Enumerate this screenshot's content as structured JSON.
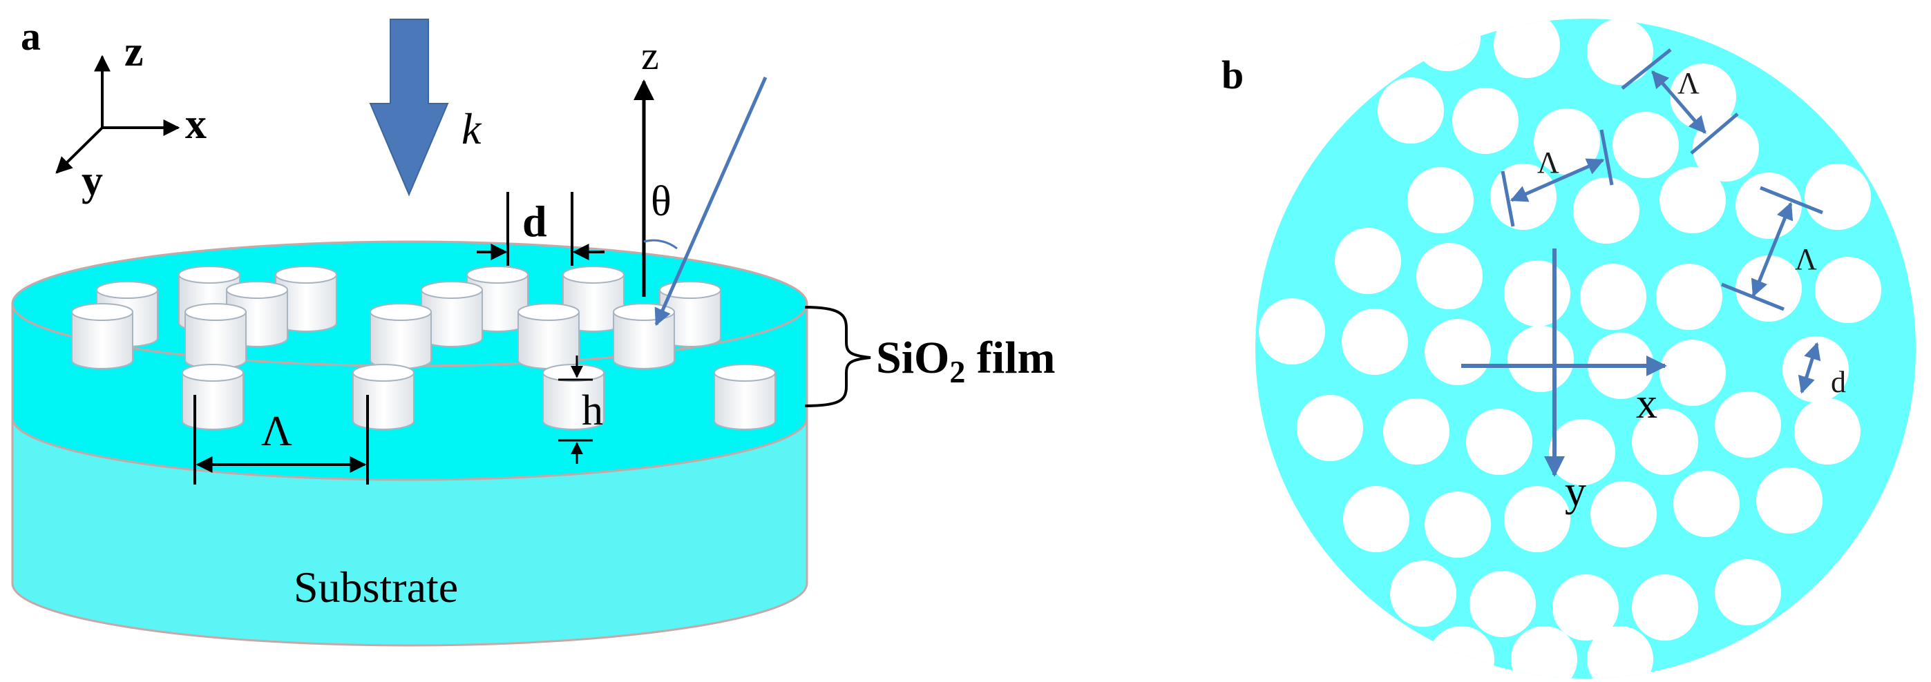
{
  "panel_a": {
    "label": "a",
    "axes": {
      "z": "z",
      "x": "x",
      "y": "y"
    },
    "wave_vector": "k",
    "incidence": {
      "axis": "z",
      "angle": "θ"
    },
    "diameter": "d",
    "height": "h",
    "period": "Λ",
    "film_label": {
      "prefix": "SiO",
      "sub": "2",
      "suffix": " film"
    },
    "substrate": "Substrate"
  },
  "panel_b": {
    "label": "b",
    "period": "Λ",
    "diameter": "d",
    "x": "x",
    "y": "y"
  },
  "colors": {
    "cyan_film": "#00f5f5",
    "cyan_substrate": "#5cf5f5",
    "cyan_disc": "#66ffff",
    "arrow_blue": "#4a78b8"
  }
}
